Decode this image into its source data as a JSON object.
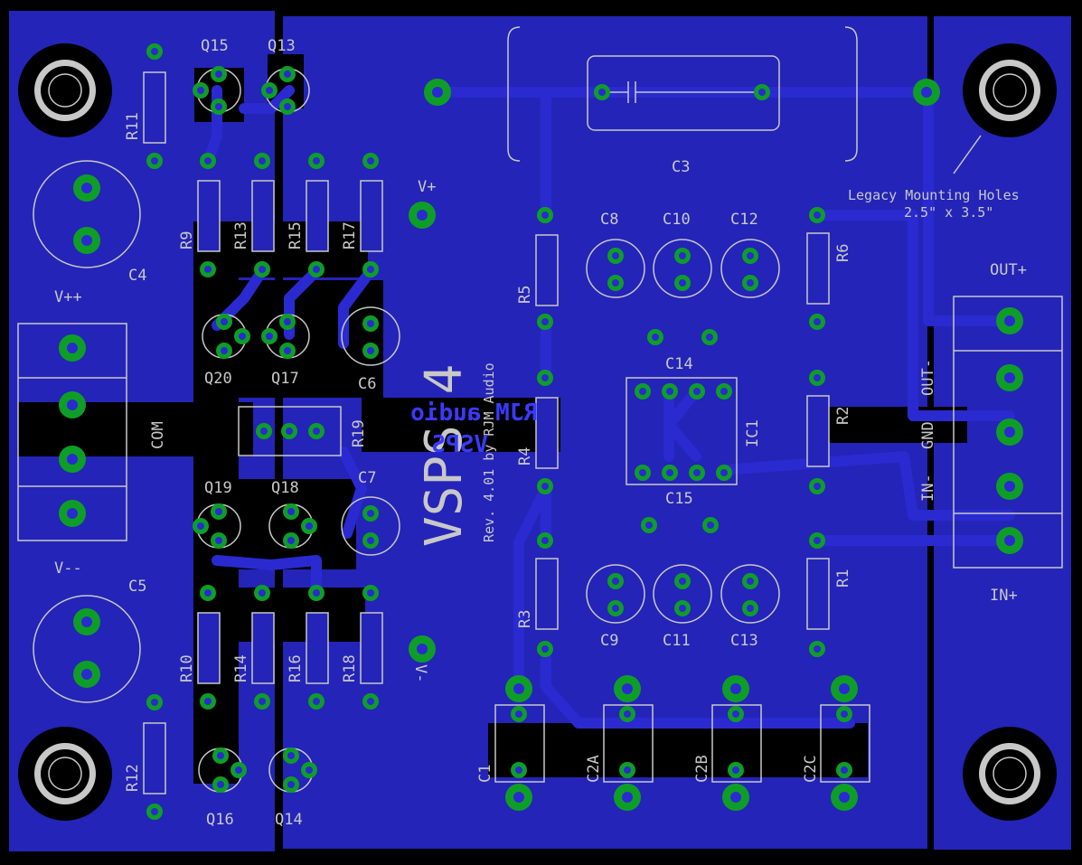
{
  "colors": {
    "background": "#000000",
    "copper": "#2424b8",
    "trace": "#2a2ad0",
    "silk": "#c8c8c8",
    "pad": "#0e9e28",
    "drill": "#2a2ad0",
    "mirrored_text": "#3a3aff"
  },
  "board": {
    "title": "VSPS 4",
    "revision": "Rev. 4.01 by RJM Audio",
    "mirrored_brand": "RJM audio",
    "mirrored_title": "VSPS",
    "mounting_note_line1": "Legacy Mounting Holes",
    "mounting_note_line2": "2.5\" x 3.5\""
  },
  "connectors": {
    "left": {
      "top": "V++",
      "middle": "COM",
      "bottom": "V--"
    },
    "right": {
      "out_plus": "OUT+",
      "out_minus": "OUT-",
      "gnd": "GND",
      "in_minus": "IN-",
      "in_plus": "IN+"
    }
  },
  "test_points": {
    "v_plus": "V+",
    "v_minus": "V-"
  },
  "components": [
    {
      "id": "q15",
      "label": "Q15"
    },
    {
      "id": "q13",
      "label": "Q13"
    },
    {
      "id": "r11",
      "label": "R11"
    },
    {
      "id": "r9",
      "label": "R9"
    },
    {
      "id": "r13",
      "label": "R13"
    },
    {
      "id": "r15",
      "label": "R15"
    },
    {
      "id": "r17",
      "label": "R17"
    },
    {
      "id": "c4",
      "label": "C4"
    },
    {
      "id": "q20",
      "label": "Q20"
    },
    {
      "id": "q17",
      "label": "Q17"
    },
    {
      "id": "c6",
      "label": "C6"
    },
    {
      "id": "r19",
      "label": "R19"
    },
    {
      "id": "c7",
      "label": "C7"
    },
    {
      "id": "q19",
      "label": "Q19"
    },
    {
      "id": "q18",
      "label": "Q18"
    },
    {
      "id": "c5",
      "label": "C5"
    },
    {
      "id": "r10",
      "label": "R10"
    },
    {
      "id": "r14",
      "label": "R14"
    },
    {
      "id": "r16",
      "label": "R16"
    },
    {
      "id": "r18",
      "label": "R18"
    },
    {
      "id": "r12",
      "label": "R12"
    },
    {
      "id": "q16",
      "label": "Q16"
    },
    {
      "id": "q14",
      "label": "Q14"
    },
    {
      "id": "c3",
      "label": "C3"
    },
    {
      "id": "c8",
      "label": "C8"
    },
    {
      "id": "c10",
      "label": "C10"
    },
    {
      "id": "c12",
      "label": "C12"
    },
    {
      "id": "r5",
      "label": "R5"
    },
    {
      "id": "r6",
      "label": "R6"
    },
    {
      "id": "c14",
      "label": "C14"
    },
    {
      "id": "r4",
      "label": "R4"
    },
    {
      "id": "ic1",
      "label": "IC1"
    },
    {
      "id": "r2",
      "label": "R2"
    },
    {
      "id": "c15",
      "label": "C15"
    },
    {
      "id": "r3",
      "label": "R3"
    },
    {
      "id": "r1",
      "label": "R1"
    },
    {
      "id": "c9",
      "label": "C9"
    },
    {
      "id": "c11",
      "label": "C11"
    },
    {
      "id": "c13",
      "label": "C13"
    },
    {
      "id": "c1",
      "label": "C1"
    },
    {
      "id": "c2a",
      "label": "C2A"
    },
    {
      "id": "c2b",
      "label": "C2B"
    },
    {
      "id": "c2c",
      "label": "C2C"
    }
  ]
}
